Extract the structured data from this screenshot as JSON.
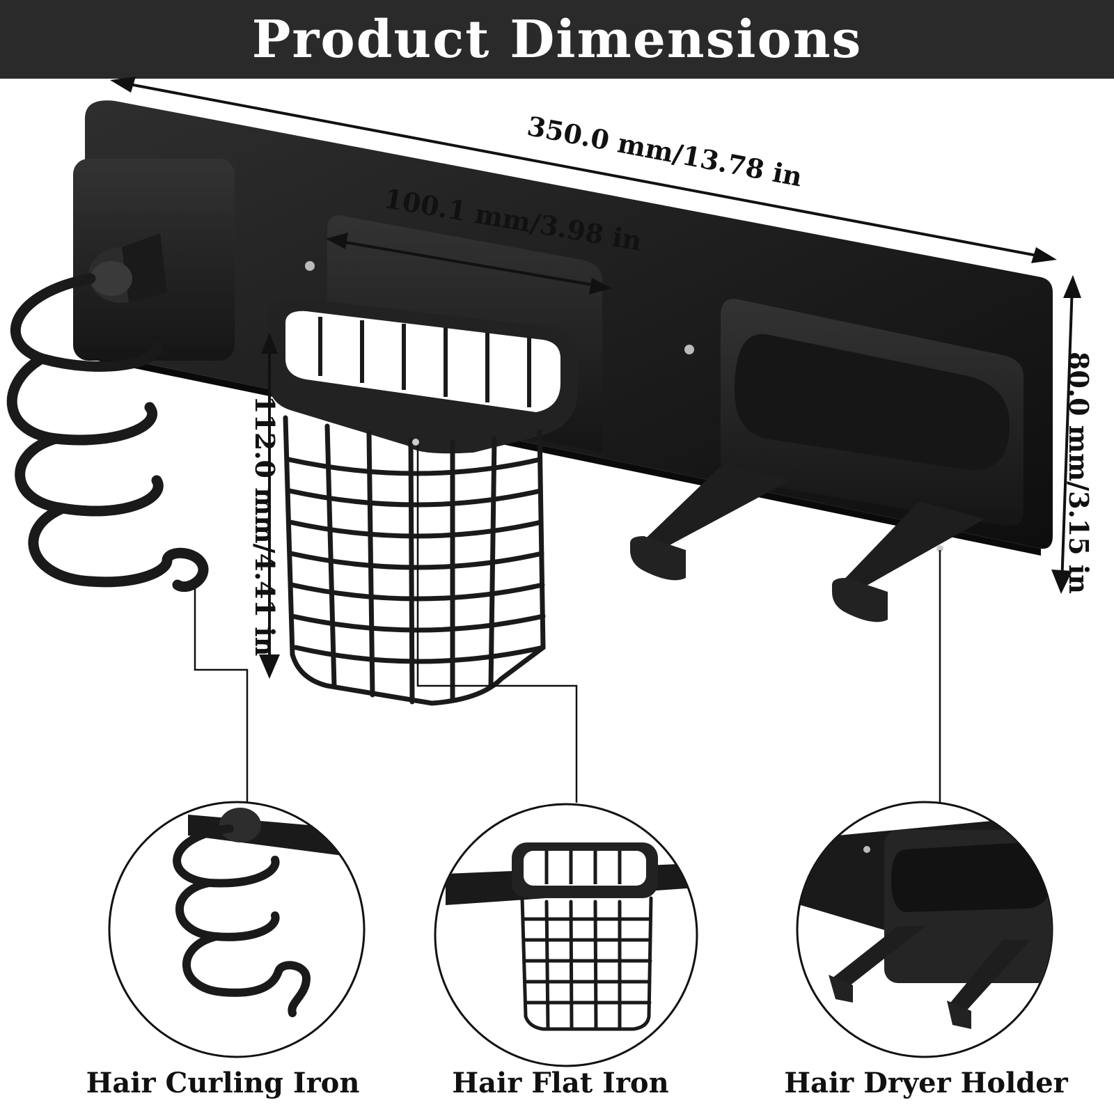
{
  "header": {
    "title": "Product Dimensions"
  },
  "dimensions": {
    "length": "350.0 mm/13.78 in",
    "basket_width": "100.1 mm/3.98 in",
    "height": "112.0 mm/4.41 in",
    "depth": "80.0 mm/3.15 in"
  },
  "captions": {
    "curling": "Hair Curling Iron",
    "flat": "Hair Flat Iron",
    "dryer": "Hair Dryer Holder"
  },
  "colors": {
    "header_bg": "#2a2a2a",
    "product": "#1c1c1c"
  }
}
